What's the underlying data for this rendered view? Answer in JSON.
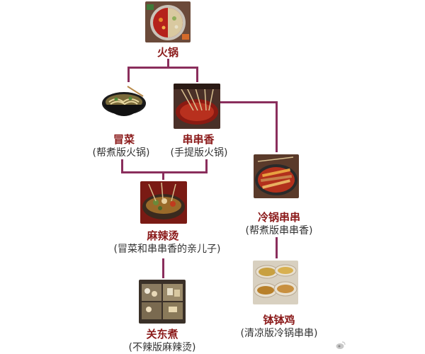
{
  "nodes": {
    "hotpot": {
      "title": "火锅",
      "subtitle": ""
    },
    "maocai": {
      "title": "冒菜",
      "subtitle": "(帮煮版火锅)"
    },
    "chuanchuan": {
      "title": "串串香",
      "subtitle": "(手提版火锅)"
    },
    "malatang": {
      "title": "麻辣烫",
      "subtitle": "(冒菜和串串香的亲儿子)"
    },
    "lengguo": {
      "title": "冷锅串串",
      "subtitle": "(帮煮版串串香)"
    },
    "guandong": {
      "title": "关东煮",
      "subtitle": "(不辣版麻辣烫)"
    },
    "bobo": {
      "title": "钵钵鸡",
      "subtitle": "(清凉版冷锅串串)"
    }
  },
  "colors": {
    "connector": "#8a2e5c",
    "title": "#8b1a1a",
    "subtitle": "#333333"
  }
}
